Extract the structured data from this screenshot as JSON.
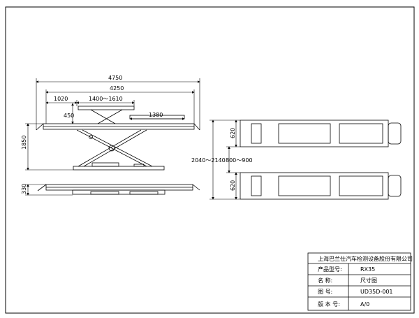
{
  "drawing": {
    "side_view": {
      "dim_overall_length": "4750",
      "dim_platform_length": "4250",
      "dim_front_section": "1020",
      "dim_mid_range": "1400～1610",
      "dim_slide_plate": "1380",
      "dim_lift_height": "1850",
      "dim_column_offset": "450",
      "dim_lowered_height": "330"
    },
    "top_view": {
      "dim_overall_width": "2040～2140",
      "dim_inner_gap": "800～900",
      "dim_platform_width_upper": "620",
      "dim_platform_width_lower": "620"
    }
  },
  "title_block": {
    "company": "上海巴兰仕汽车检测设备股份有限公司",
    "rows": [
      {
        "label": "产品型号:",
        "value": "RX35"
      },
      {
        "label": "名    称:",
        "value": "尺寸图"
      },
      {
        "label": "图    号:",
        "value": "UD35D-001"
      },
      {
        "label": "版 本 号:",
        "value": "A/0"
      }
    ]
  }
}
